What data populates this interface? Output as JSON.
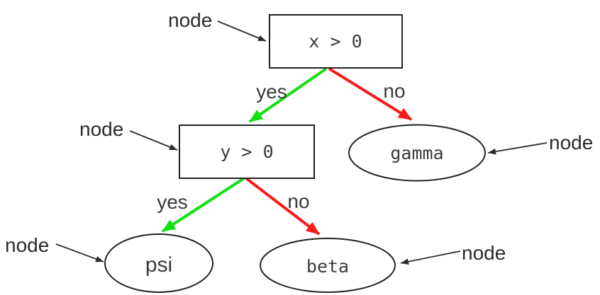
{
  "diagram": {
    "type": "decision-tree",
    "colors": {
      "background": "#ffffff",
      "yes_edge": "#10df10",
      "no_edge": "#fa1a1a",
      "outline": "#222222",
      "text": "#3a3a3a"
    },
    "nodes": [
      {
        "id": "root",
        "shape": "box",
        "label": "x > 0"
      },
      {
        "id": "inner",
        "shape": "box",
        "label": "y > 0"
      },
      {
        "id": "gamma",
        "shape": "ellipse",
        "label": "gamma"
      },
      {
        "id": "psi",
        "shape": "ellipse",
        "label": "psi"
      },
      {
        "id": "beta",
        "shape": "ellipse",
        "label": "beta"
      }
    ],
    "edges": [
      {
        "from": "x > 0",
        "to": "y > 0",
        "label": "yes",
        "color_key": "yes_edge"
      },
      {
        "from": "x > 0",
        "to": "gamma",
        "label": "no",
        "color_key": "no_edge"
      },
      {
        "from": "y > 0",
        "to": "psi",
        "label": "yes",
        "color_key": "yes_edge"
      },
      {
        "from": "y > 0",
        "to": "beta",
        "label": "no",
        "color_key": "no_edge"
      }
    ],
    "annotations": [
      {
        "label": "node",
        "points_to": "x > 0"
      },
      {
        "label": "node",
        "points_to": "y > 0"
      },
      {
        "label": "node",
        "points_to": "gamma"
      },
      {
        "label": "node",
        "points_to": "psi"
      },
      {
        "label": "node",
        "points_to": "beta"
      }
    ]
  }
}
